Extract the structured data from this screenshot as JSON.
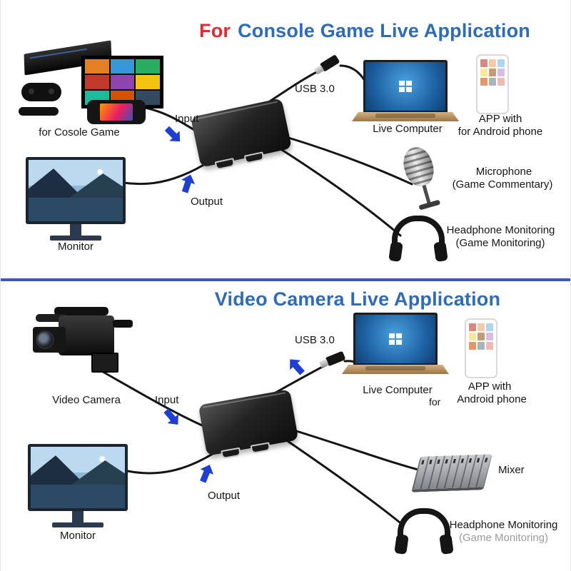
{
  "sections": {
    "top": {
      "title_prefix": "For",
      "title_main": "Console Game Live Application",
      "console_label": "for Cosole Game",
      "monitor_label": "Monitor",
      "input_label": "Input",
      "output_label": "Output",
      "usb_label": "USB 3.0",
      "computer_label": "Live Computer",
      "app_label_1": "APP with",
      "app_label_2": "for Android phone",
      "mic_label_1": "Microphone",
      "mic_label_2": "(Game Commentary)",
      "headphone_label_1": "Headphone Monitoring",
      "headphone_label_2": "(Game Monitoring)"
    },
    "bottom": {
      "title": "Video Camera Live Application",
      "camera_label": "Video Camera",
      "monitor_label": "Monitor",
      "input_label": "Input",
      "output_label": "Output",
      "usb_label": "USB 3.0",
      "computer_label": "Live Computer",
      "for_label": "for",
      "app_label_1": "APP with",
      "app_label_2": "Android phone",
      "mixer_label": "Mixer",
      "headphone_label_1": "Headphone Monitoring",
      "headphone_label_2": "(Game Monitoring)"
    }
  },
  "colors": {
    "title_red": "#e02a2d",
    "title_blue": "#2e6cb5",
    "arrow_blue": "#1f3fd0",
    "divider_blue": "#3c55bf",
    "cable_black": "#141414"
  }
}
